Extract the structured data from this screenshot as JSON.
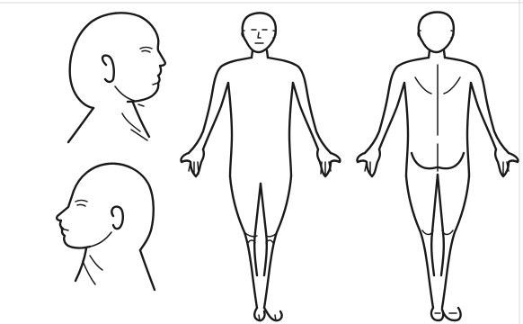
{
  "colors": {
    "background": "#ffffff",
    "ink": "#1a1a1a"
  },
  "figures": [
    "head-profile-right",
    "head-profile-left",
    "body-front",
    "body-back"
  ]
}
